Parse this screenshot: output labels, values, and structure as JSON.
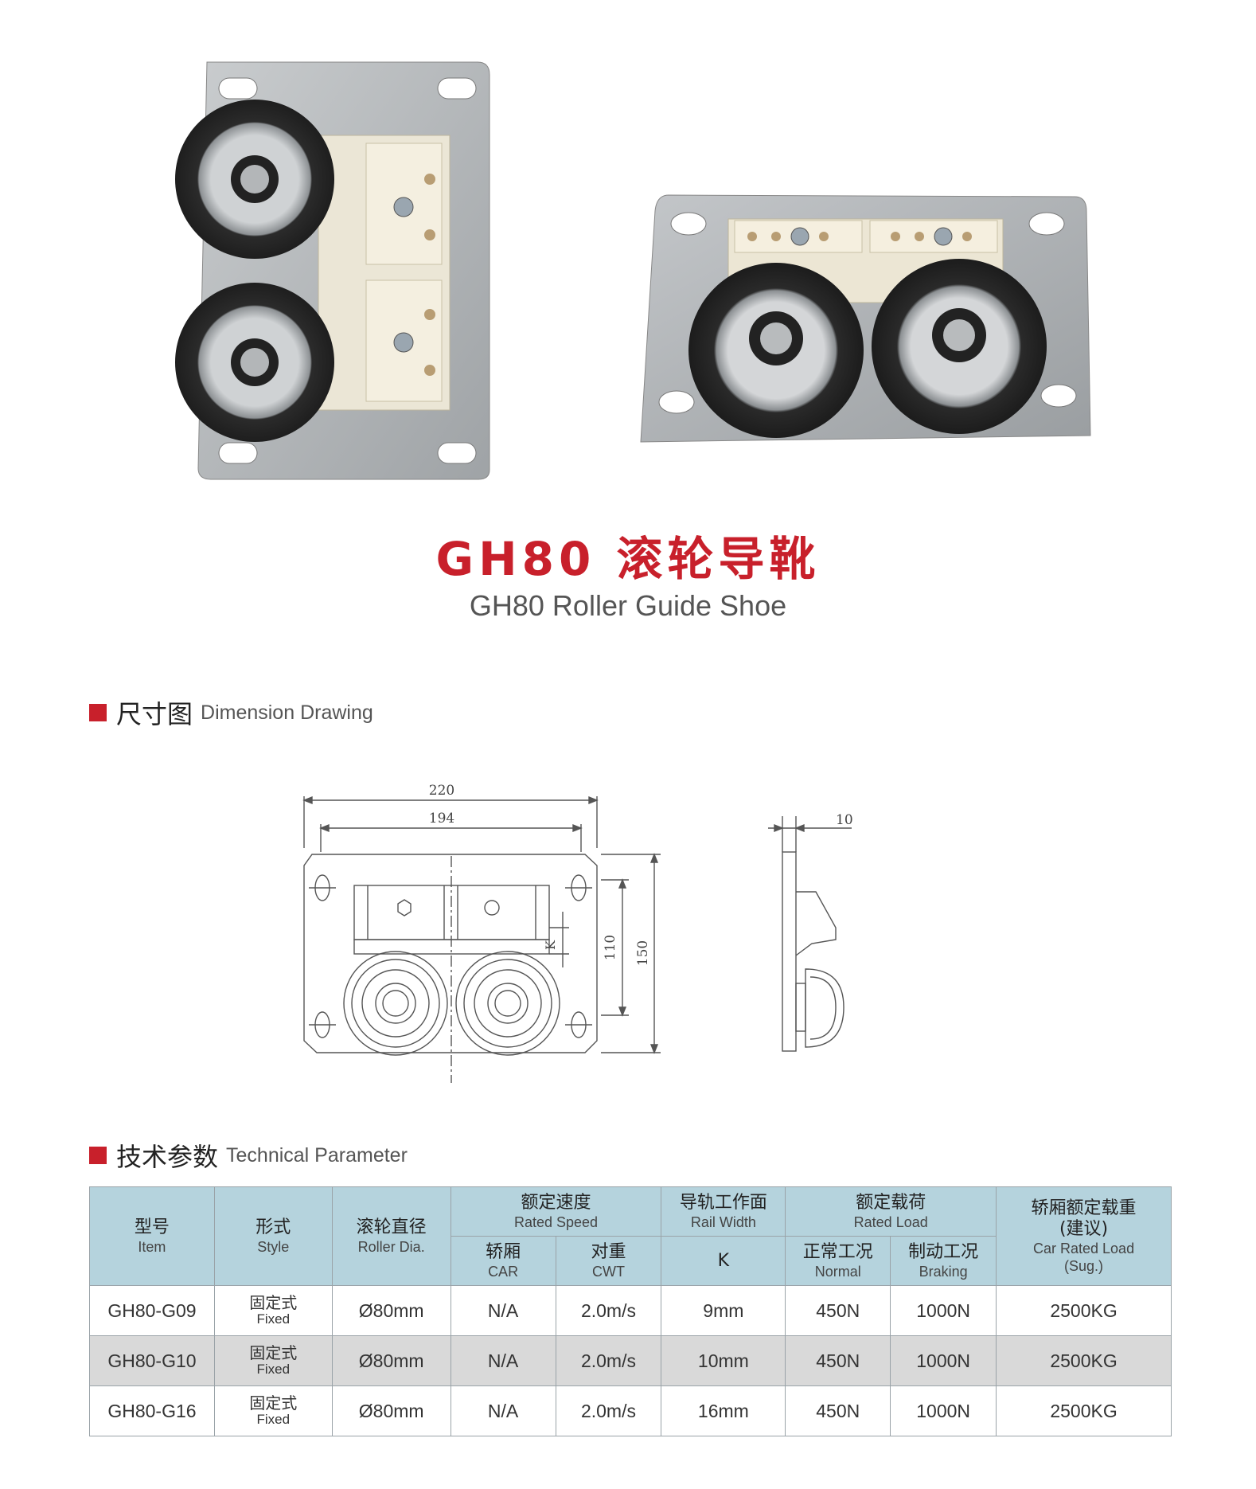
{
  "title": {
    "cn": "GH80 滚轮导靴",
    "en": "GH80 Roller Guide Shoe"
  },
  "colors": {
    "accent": "#c8202b",
    "header_bg": "#b5d3dd",
    "alt_row_bg": "#d9d9d9",
    "border": "#9aa3a8"
  },
  "sections": {
    "dimension": {
      "cn": "尺寸图",
      "en": "Dimension Drawing"
    },
    "technical": {
      "cn": "技术参数",
      "en": "Technical Parameter"
    }
  },
  "drawing": {
    "dim_220": "220",
    "dim_194": "194",
    "dim_110": "110",
    "dim_150": "150",
    "dim_k": "K",
    "dim_10": "10"
  },
  "table": {
    "headers": {
      "item": {
        "cn": "型号",
        "en": "Item"
      },
      "style": {
        "cn": "形式",
        "en": "Style"
      },
      "roller": {
        "cn": "滚轮直径",
        "en": "Roller Dia."
      },
      "speed": {
        "cn": "额定速度",
        "en": "Rated Speed"
      },
      "car": {
        "cn": "轿厢",
        "en": "CAR"
      },
      "cwt": {
        "cn": "对重",
        "en": "CWT"
      },
      "rail": {
        "cn": "导轨工作面",
        "en": "Rail Width"
      },
      "k": "K",
      "load": {
        "cn": "额定载荷",
        "en": "Rated Load"
      },
      "normal": {
        "cn": "正常工况",
        "en": "Normal"
      },
      "braking": {
        "cn": "制动工况",
        "en": "Braking"
      },
      "car_load": {
        "cn1": "轿厢额定载重",
        "cn2": "(建议)",
        "en1": "Car Rated Load",
        "en2": "(Sug.)"
      }
    },
    "rows": [
      {
        "item": "GH80-G09",
        "style_cn": "固定式",
        "style_en": "Fixed",
        "roller": "Ø80mm",
        "car": "N/A",
        "cwt": "2.0m/s",
        "k": "9mm",
        "normal": "450N",
        "braking": "1000N",
        "car_load": "2500KG"
      },
      {
        "item": "GH80-G10",
        "style_cn": "固定式",
        "style_en": "Fixed",
        "roller": "Ø80mm",
        "car": "N/A",
        "cwt": "2.0m/s",
        "k": "10mm",
        "normal": "450N",
        "braking": "1000N",
        "car_load": "2500KG"
      },
      {
        "item": "GH80-G16",
        "style_cn": "固定式",
        "style_en": "Fixed",
        "roller": "Ø80mm",
        "car": "N/A",
        "cwt": "2.0m/s",
        "k": "16mm",
        "normal": "450N",
        "braking": "1000N",
        "car_load": "2500KG"
      }
    ]
  }
}
